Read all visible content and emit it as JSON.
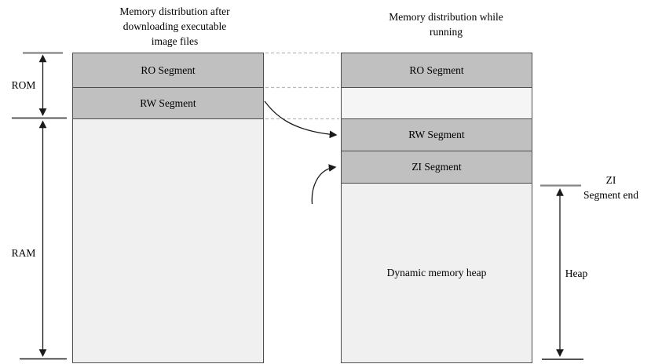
{
  "colors": {
    "segment_fill": "#c0c0c0",
    "light_fill": "#f0f0f0",
    "gap_fill": "#f5f5f5",
    "border": "#4d4d4d",
    "arrow": "#1a1a1a",
    "tick_gray": "#858585",
    "tick_dark": "#595959",
    "dashed_line": "#b8b8b8",
    "background": "#ffffff",
    "text": "#000000"
  },
  "left_diagram": {
    "title": "Memory distribution after downloading executable image files",
    "title_lines": [
      "Memory distribution after",
      "downloading executable",
      "image files"
    ],
    "segments": {
      "ro": "RO Segment",
      "rw": "RW Segment"
    }
  },
  "right_diagram": {
    "title": "Memory distribution while running",
    "title_lines": [
      "Memory distribution while",
      "running"
    ],
    "segments": {
      "ro": "RO Segment",
      "rw": "RW Segment",
      "zi": "ZI Segment",
      "heap": "Dynamic memory heap"
    }
  },
  "annotations": {
    "rom": "ROM",
    "ram": "RAM",
    "heap": "Heap",
    "zi_end_lines": [
      "ZI",
      "Segment end"
    ]
  }
}
